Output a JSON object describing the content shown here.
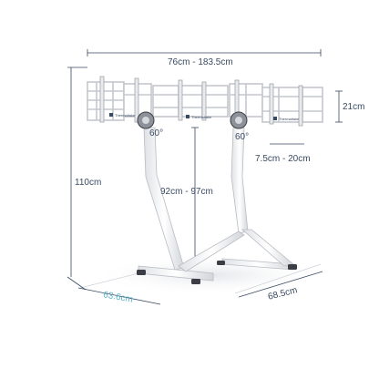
{
  "dimensions": {
    "total_width": "76cm - 183.5cm",
    "bracket_height": "21cm",
    "tilt_left": "60°",
    "tilt_right": "60°",
    "bracket_spacing": "7.5cm - 20cm",
    "total_height": "110cm",
    "mount_height": "92cm - 97cm",
    "base_depth": "63.6cm",
    "base_width": "68.5cm"
  },
  "brand": {
    "logo_text_left": "Thermaltake",
    "logo_text_mid": "Thermaltake",
    "logo_text_right": "Thermaltake"
  },
  "colors": {
    "frame": "#f4f5f7",
    "frame_edge": "#b9bcc2",
    "dimension_line": "#3a4a63",
    "accent": "#5fb6c9"
  }
}
